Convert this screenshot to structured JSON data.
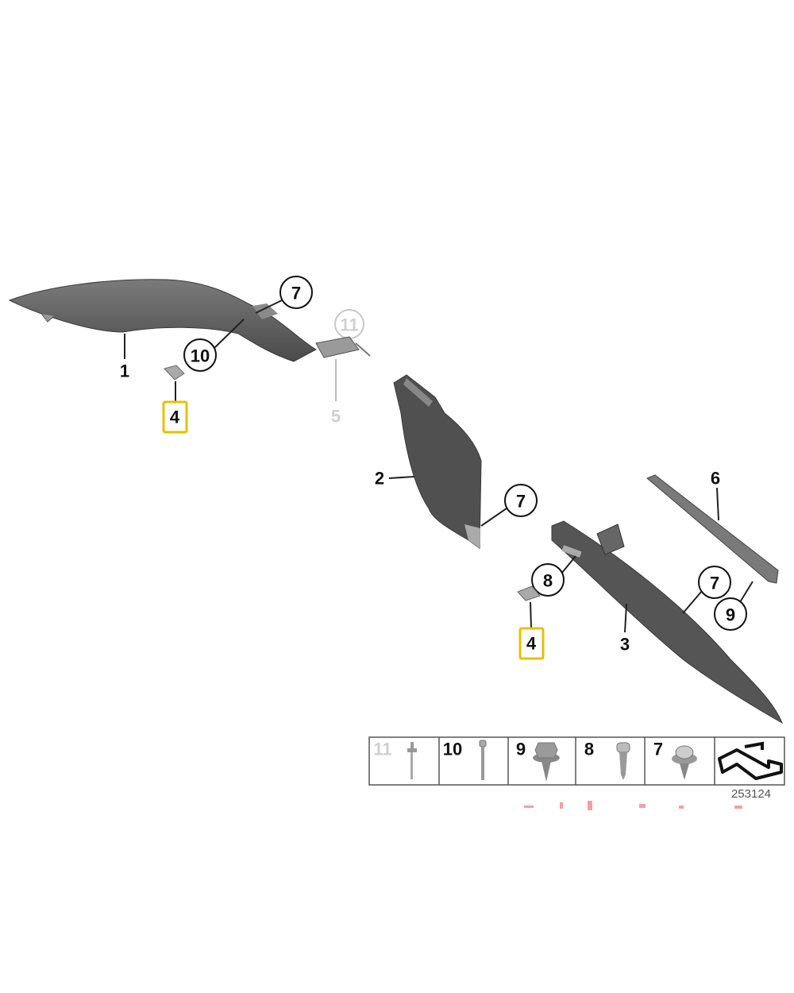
{
  "diagram": {
    "callouts": {
      "part1": "1",
      "part2": "2",
      "part3": "3",
      "part4_left": "4",
      "part4_right": "4",
      "part5": "5",
      "part6": "6",
      "c7_top": "7",
      "c7_mid": "7",
      "c7_right": "7",
      "c8": "8",
      "c9": "9",
      "c10": "10",
      "c11": "11"
    },
    "highlight_color": "#e8c000",
    "legend": {
      "items": [
        "11",
        "10",
        "9",
        "8",
        "7"
      ],
      "diagram_id": "253124"
    }
  }
}
